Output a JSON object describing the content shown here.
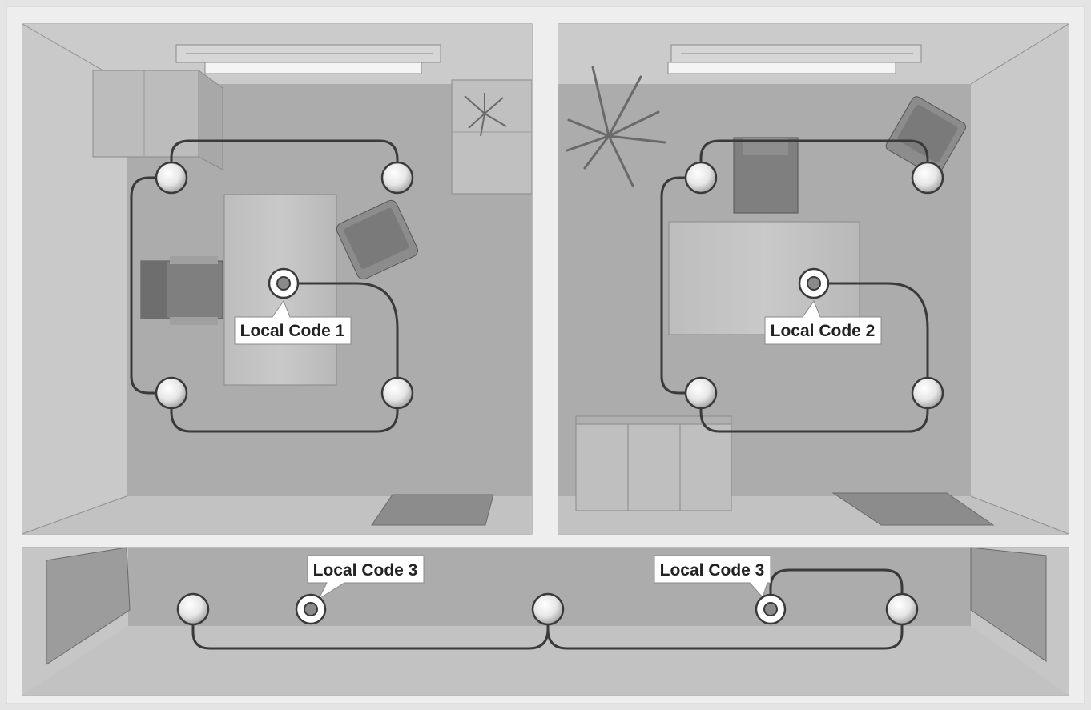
{
  "labels": {
    "room1_code": "Local Code 1",
    "room2_code": "Local Code 2",
    "corridor_code_left": "Local Code 3",
    "corridor_code_right": "Local Code 3"
  },
  "colors": {
    "background": "#e4e4e4",
    "floor": "#acacac",
    "wall": "#c4c4c4",
    "wire": "#3a3a3a",
    "callout_fill": "#ffffff",
    "label_text": "#222222"
  },
  "icons": {
    "light_fixture": "ceiling-light-icon",
    "sensor": "local-code-sensor-icon"
  }
}
